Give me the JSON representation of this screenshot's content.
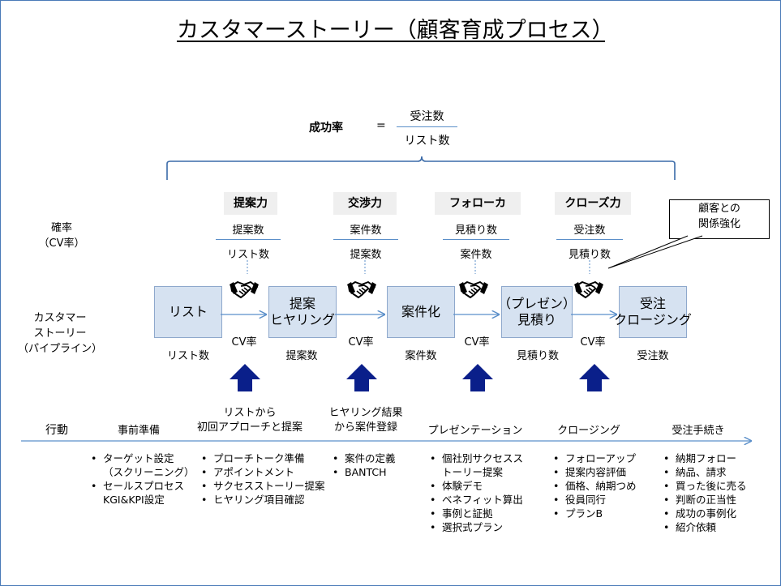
{
  "title": "カスタマーストーリー（顧客育成プロセス）",
  "formula": {
    "label": "成功率",
    "equals": "=",
    "numerator": "受注数",
    "denominator": "リスト数"
  },
  "row_labels": {
    "probability": "確率\n（CV率）",
    "story": "カスタマー\nストーリー\n（パイプライン）",
    "action": "行動"
  },
  "skills": [
    {
      "name": "提案力",
      "numerator": "提案数",
      "denominator": "リスト数"
    },
    {
      "name": "交渉力",
      "numerator": "案件数",
      "denominator": "提案数"
    },
    {
      "name": "フォローカ",
      "numerator": "見積り数",
      "denominator": "案件数"
    },
    {
      "name": "クローズ力",
      "numerator": "受注数",
      "denominator": "見積り数"
    }
  ],
  "callout": "顧客との\n関係強化",
  "stages": [
    {
      "label": "リスト",
      "count": "リスト数"
    },
    {
      "label": "提案\nヒヤリング",
      "count": "提案数"
    },
    {
      "label": "案件化",
      "count": "案件数"
    },
    {
      "label": "（プレゼン）\n見積り",
      "count": "見積り数"
    },
    {
      "label": "受注\nクロージング",
      "count": "受注数"
    }
  ],
  "cv_label": "CV率",
  "phases": [
    {
      "title": "事前準備",
      "items": [
        "ターゲット設定\n（スクリーニング）",
        "セールスプロセス\nKGI&KPI設定"
      ]
    },
    {
      "title": "リストから\n初回アプローチと提案",
      "items": [
        "プローチトーク準備",
        "アポイントメント",
        "サクセスストーリー提案",
        "ヒヤリング項目確認"
      ]
    },
    {
      "title": "ヒヤリング結果\nから案件登録",
      "items": [
        "案件の定義",
        "BANTCH"
      ]
    },
    {
      "title": "プレゼンテーション",
      "items": [
        "個社別サクセスス\nトーリー提案",
        "体験デモ",
        "ベネフィット算出",
        "事例と証拠",
        "選択式プラン"
      ]
    },
    {
      "title": "クロージング",
      "items": [
        "フォローアップ",
        "提案内容評価",
        "価格、納期つめ",
        "役員同行",
        "プランB"
      ]
    },
    {
      "title": "受注手続き",
      "items": [
        "納期フォロー",
        "納品、請求",
        "買った後に売る",
        "判断の正当性",
        "成功の事例化",
        "紹介依頼"
      ]
    }
  ],
  "colors": {
    "stage_fill": "#d6e2f1",
    "arrow_blue": "#0a1f8a",
    "line_blue": "#5b8fc9",
    "frame": "#4a7ab8"
  }
}
